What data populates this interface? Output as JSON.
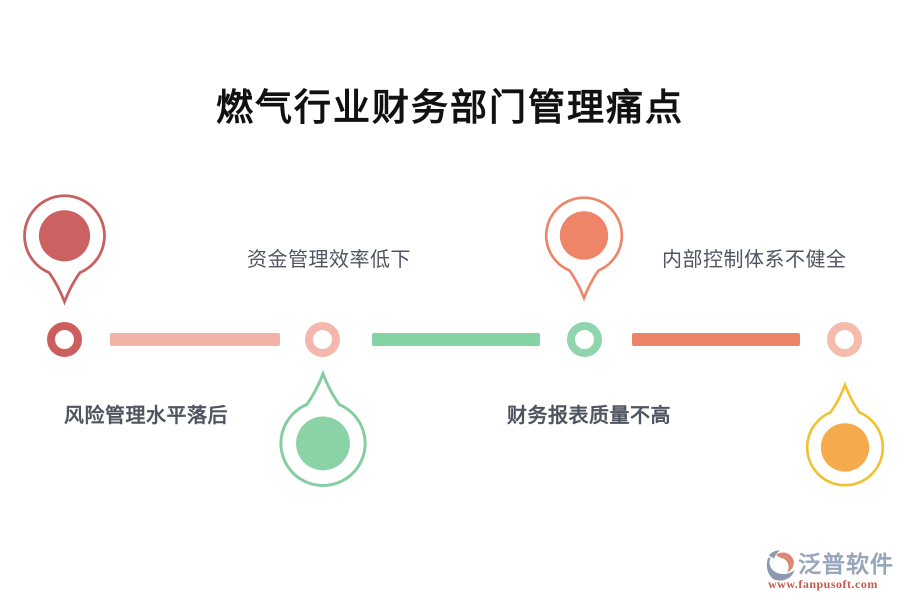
{
  "title": "燃气行业财务部门管理痛点",
  "items": [
    {
      "label": "风险管理水平落后",
      "pin_outline": "#c96060",
      "pin_fill": "#cc6161",
      "ring_color": "#cd5e5e",
      "pin_direction": "down",
      "label_position": "below"
    },
    {
      "label": "资金管理效率低下",
      "pin_outline": "#85cda0",
      "pin_fill": "#8bd3a6",
      "ring_color": "#f3b7ab",
      "pin_direction": "up",
      "label_position": "above"
    },
    {
      "label": "财务报表质量不高",
      "pin_outline": "#ef8568",
      "pin_fill": "#ef8568",
      "ring_color": "#8fd6ac",
      "pin_direction": "down",
      "label_position": "below"
    },
    {
      "label": "内部控制体系不健全",
      "pin_outline": "#efc22f",
      "pin_fill": "#f5ab4c",
      "ring_color": "#f6bcab",
      "pin_direction": "up",
      "label_position": "above"
    }
  ],
  "connector_colors": [
    "#f1b3a7",
    "#84d3a5",
    "#ee8365"
  ],
  "title_color": "#111111",
  "label_text_color": "#4f5560",
  "background_color": "#ffffff",
  "logo": {
    "name": "泛普软件",
    "url": "www.fanpusoft.com",
    "name_color": "#97a5bb",
    "url_color": "#c7594b",
    "icon_slate": "#8b99af",
    "icon_orange": "#dc8973"
  }
}
